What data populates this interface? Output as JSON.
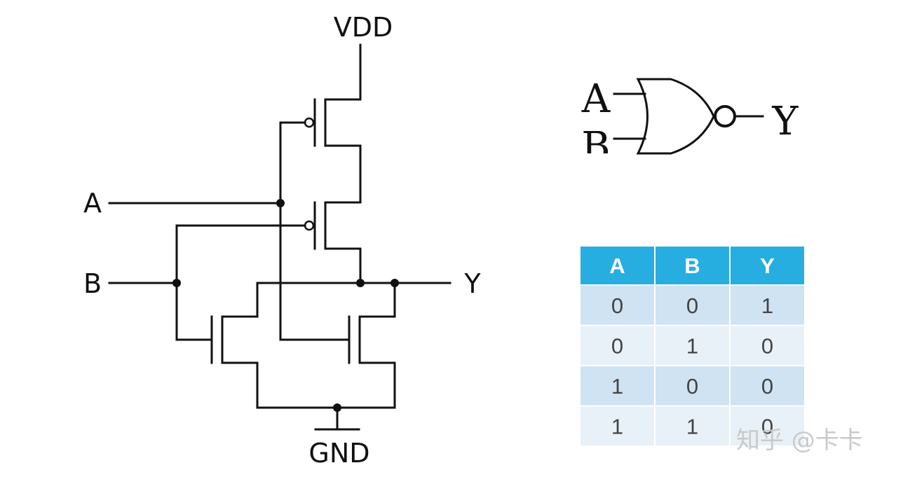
{
  "schematic": {
    "vdd_label": "VDD",
    "gnd_label": "GND",
    "input_a_label": "A",
    "input_b_label": "B",
    "output_label": "Y"
  },
  "gate_symbol": {
    "input_a_label": "A",
    "input_b_label": "B",
    "output_label": "Y"
  },
  "truth_table": {
    "headers": [
      "A",
      "B",
      "Y"
    ],
    "rows": [
      [
        "0",
        "0",
        "1"
      ],
      [
        "0",
        "1",
        "0"
      ],
      [
        "1",
        "0",
        "0"
      ],
      [
        "1",
        "1",
        "0"
      ]
    ],
    "header_color": "#27aee0",
    "row_colors": [
      "#cfe3f2",
      "#e8f1f8"
    ]
  },
  "watermark": {
    "text": "知乎 @卡卡"
  }
}
